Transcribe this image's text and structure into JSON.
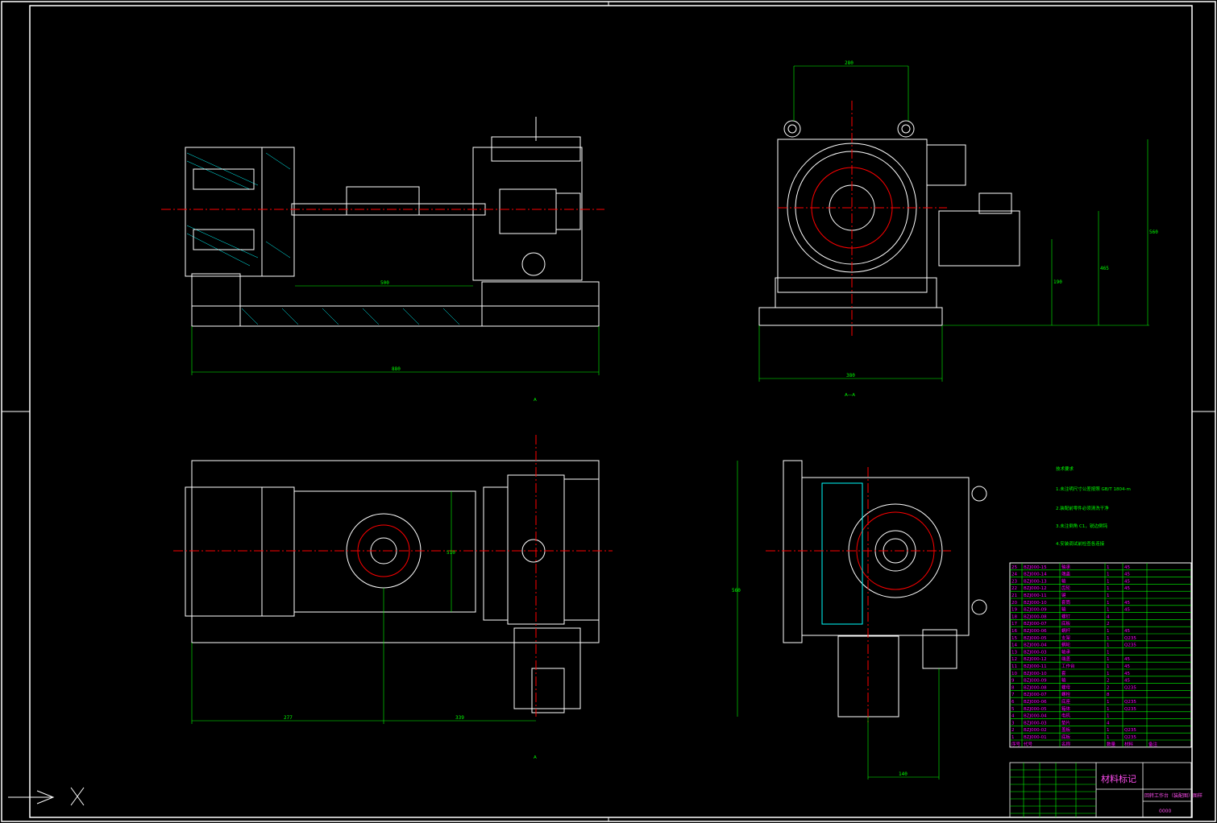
{
  "drawing": {
    "dims_front": {
      "overall": "880",
      "inner": "500"
    },
    "dims_side": {
      "top": "280",
      "right_tall": "560",
      "right_mid": "465",
      "right_low": "190",
      "bottom": "380"
    },
    "dims_top": {
      "left": "277",
      "right": "339",
      "inner": "510"
    },
    "dims_right": {
      "bottom": "140",
      "left": "560"
    },
    "section_label": "A—A",
    "view_marker_1": "A",
    "view_marker_2": "A",
    "notes": {
      "title": "技术要求",
      "lines": [
        "1.未注明尺寸公差按照 GB/T 1804-m",
        "2.装配前零件必须清洗干净",
        "3.未注倒角 C1，锐边倒钝",
        "4.安装调试前检查各连接"
      ]
    },
    "bom": {
      "rows": [
        {
          "no": "25",
          "code": "BZJ000-15",
          "name": "轴承",
          "qty": "1",
          "mat": "45"
        },
        {
          "no": "24",
          "code": "BZJ000-14",
          "name": "端盖",
          "qty": "1",
          "mat": "45"
        },
        {
          "no": "23",
          "code": "BZJ000-13",
          "name": "轴",
          "qty": "1",
          "mat": "45"
        },
        {
          "no": "22",
          "code": "BZJ000-12",
          "name": "齿轮",
          "qty": "1",
          "mat": "45"
        },
        {
          "no": "21",
          "code": "BZJ000-11",
          "name": "键",
          "qty": "1",
          "mat": ""
        },
        {
          "no": "20",
          "code": "BZJ000-10",
          "name": "套筒",
          "qty": "1",
          "mat": "45"
        },
        {
          "no": "19",
          "code": "BZJ000-09",
          "name": "轴",
          "qty": "1",
          "mat": "45"
        },
        {
          "no": "18",
          "code": "BZJ000-08",
          "name": "螺钉",
          "qty": "4",
          "mat": ""
        },
        {
          "no": "17",
          "code": "BZJ000-07",
          "name": "底板",
          "qty": "2",
          "mat": ""
        },
        {
          "no": "16",
          "code": "BZJ000-06",
          "name": "蜗杆",
          "qty": "1",
          "mat": "45"
        },
        {
          "no": "15",
          "code": "BZJ000-05",
          "name": "支架",
          "qty": "1",
          "mat": "Q235"
        },
        {
          "no": "14",
          "code": "BZJ000-04",
          "name": "蜗轮",
          "qty": "1",
          "mat": "Q235"
        },
        {
          "no": "13",
          "code": "BZJ000-03",
          "name": "轴承",
          "qty": "1",
          "mat": ""
        },
        {
          "no": "12",
          "code": "BZJ000-12",
          "name": "端盖",
          "qty": "1",
          "mat": "45"
        },
        {
          "no": "11",
          "code": "BZJ000-11",
          "name": "工作台",
          "qty": "1",
          "mat": "45"
        },
        {
          "no": "10",
          "code": "BZJ000-10",
          "name": "套",
          "qty": "1",
          "mat": "45"
        },
        {
          "no": "9",
          "code": "BZJ000-09",
          "name": "轴",
          "qty": "2",
          "mat": "45"
        },
        {
          "no": "8",
          "code": "BZJ000-08",
          "name": "螺母",
          "qty": "2",
          "mat": "Q235"
        },
        {
          "no": "7",
          "code": "BZJ000-07",
          "name": "螺栓",
          "qty": "8",
          "mat": ""
        },
        {
          "no": "6",
          "code": "BZJ000-06",
          "name": "底座",
          "qty": "1",
          "mat": "Q235"
        },
        {
          "no": "5",
          "code": "BZJ000-05",
          "name": "箱体",
          "qty": "1",
          "mat": "Q235"
        },
        {
          "no": "4",
          "code": "BZJ000-04",
          "name": "电机",
          "qty": "1",
          "mat": ""
        },
        {
          "no": "3",
          "code": "BZJ000-03",
          "name": "垫片",
          "qty": "4",
          "mat": ""
        },
        {
          "no": "2",
          "code": "BZJ000-02",
          "name": "盖板",
          "qty": "1",
          "mat": "Q235"
        },
        {
          "no": "1",
          "code": "BZJ000-01",
          "name": "底板",
          "qty": "1",
          "mat": "Q235"
        }
      ],
      "header": {
        "no": "序号",
        "code": "代号",
        "name": "名称",
        "qty": "数量",
        "mat": "材料",
        "note": "备注"
      }
    },
    "title_block": {
      "material_mark": "材料标记",
      "title": "回转工作台（装配图）图样",
      "drawing_no": "0000"
    }
  },
  "colors": {
    "line": "#ffffff",
    "dim": "#00ff00",
    "center": "#ff0000",
    "hidden": "#00ffff",
    "text": "#ff00ff",
    "hatch": "#00ffff"
  }
}
